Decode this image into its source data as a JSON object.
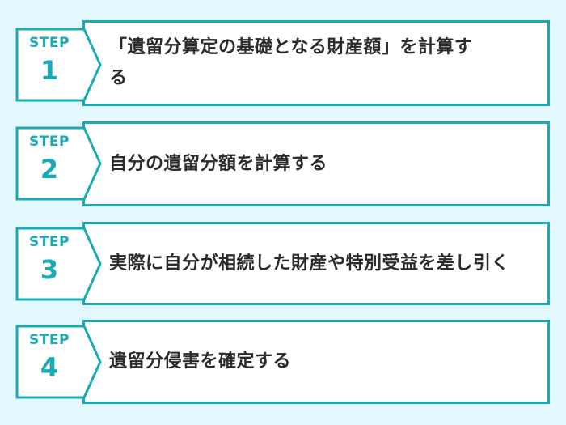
{
  "colors": {
    "background": "#e3f9fd",
    "accent": "#1aaab4",
    "box_fill": "#ffffff",
    "text": "#2b2b2b"
  },
  "steps": [
    {
      "label": "STEP",
      "number": "1",
      "text": "「遺留分算定の基礎となる財産額」を計算する"
    },
    {
      "label": "STEP",
      "number": "2",
      "text": "自分の遺留分額を計算する"
    },
    {
      "label": "STEP",
      "number": "3",
      "text": "実際に自分が相続した財産や特別受益を差し引く"
    },
    {
      "label": "STEP",
      "number": "4",
      "text": "遺留分侵害を確定する"
    }
  ]
}
